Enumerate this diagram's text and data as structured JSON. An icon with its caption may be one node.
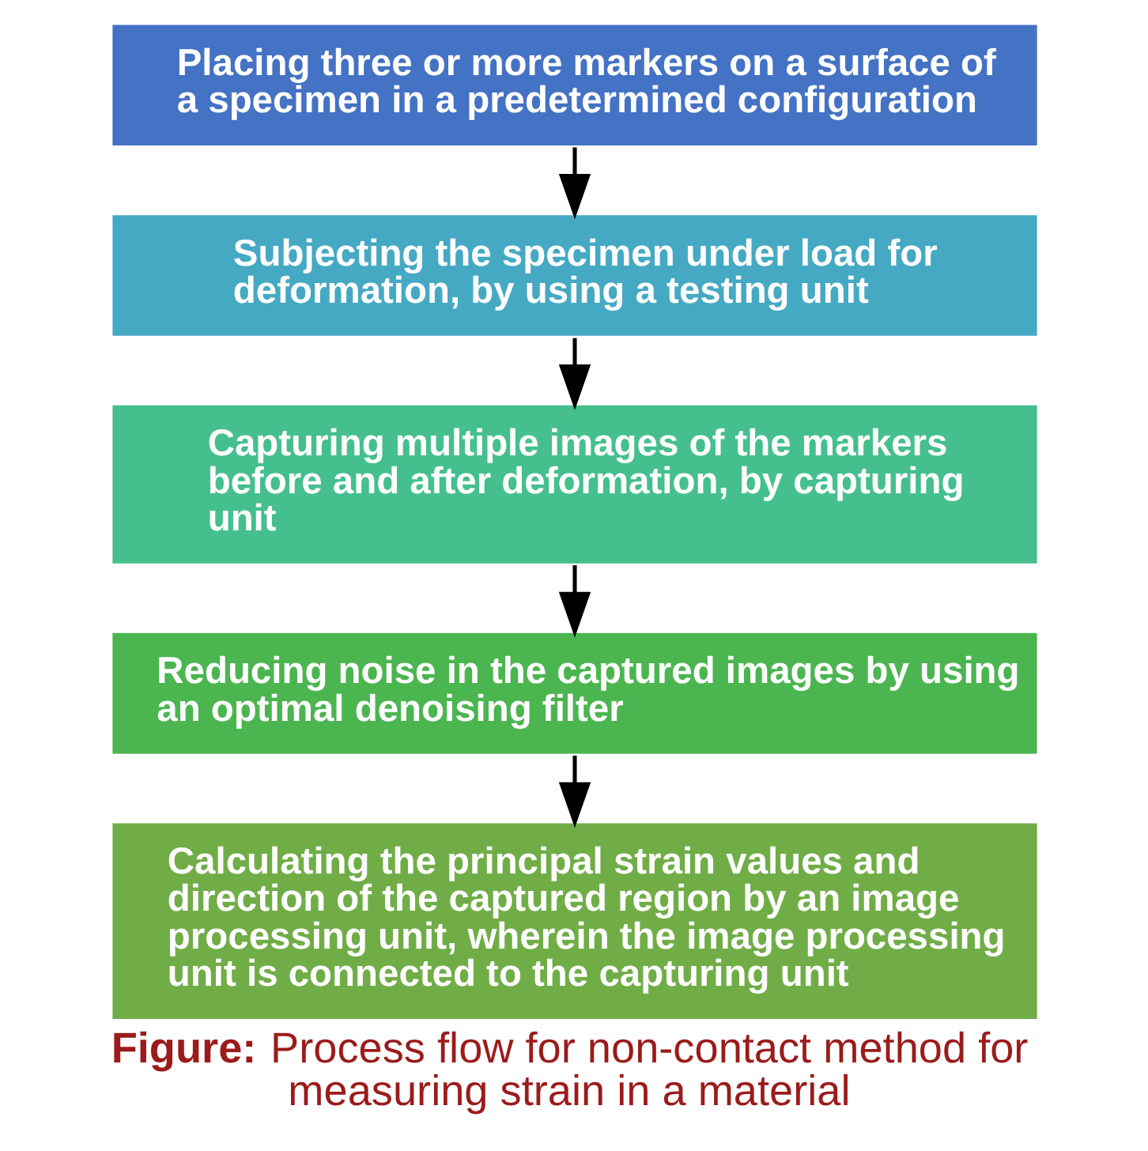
{
  "diagram": {
    "caption": "**Figure:** Process flow for non-contact method for measuring strain in a material",
    "nodes": [
      {
        "text": [
          "Placing three or more markers on a surface of a specimen in a predetermined configuration"
        ]
      },
      {
        "text": [
          "Subjecting the specimen under load for deformation, by using a testing unit"
        ]
      },
      {
        "text": [
          "Capturing multiple images of the markers before and after deformation, by capturing unit"
        ]
      },
      {
        "text": [
          "Reducing noise in the captured images by using an optimal denoising filter"
        ]
      },
      {
        "text": [
          "Calculating the principal strain values and direction of the captured region by an image processing unit, wherein the image processing unit is connected to the capturing unit"
        ]
      }
    ],
    "edges": [
      {
        "from": 0,
        "to": 1,
        "arrow": "to"
      },
      {
        "from": 1,
        "to": 2,
        "arrow": "to"
      },
      {
        "from": 2,
        "to": 3,
        "arrow": "to"
      },
      {
        "from": 3,
        "to": 4,
        "arrow": "to"
      }
    ]
  }
}
